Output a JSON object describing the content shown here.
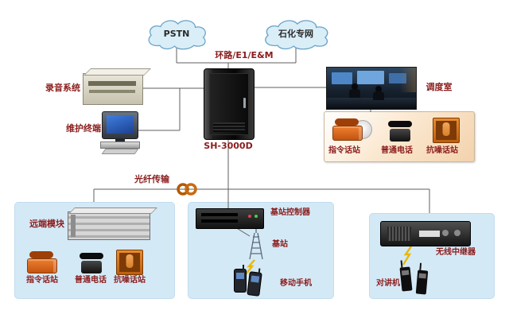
{
  "labels": {
    "pstn": "PSTN",
    "petro_net": "石化专网",
    "trunk": "环路/E1/E&M",
    "recording": "录音系统",
    "maintenance": "维护终端",
    "switch_model": "SH-3000D",
    "dispatch_room": "调度室",
    "fiber": "光纤传输",
    "command_station": "指令话站",
    "ordinary_phone": "普通电话",
    "noise_station": "抗噪话站",
    "remote_module": "远端模块",
    "bsc": "基站控制器",
    "base_station": "基站",
    "mobile": "移动手机",
    "repeater": "无线中继器",
    "intercom": "对讲机"
  },
  "colors": {
    "label_text": "#8b1c1c",
    "panel_blue": "#d4e9f6",
    "peach_box": "#f3d2ac",
    "cloud_fill": "#daeef8",
    "cloud_stroke": "#6aa3c8",
    "connector_line": "#5f5f5f",
    "lightning": "#e8b800",
    "fiber_coil": "#c96a10"
  }
}
